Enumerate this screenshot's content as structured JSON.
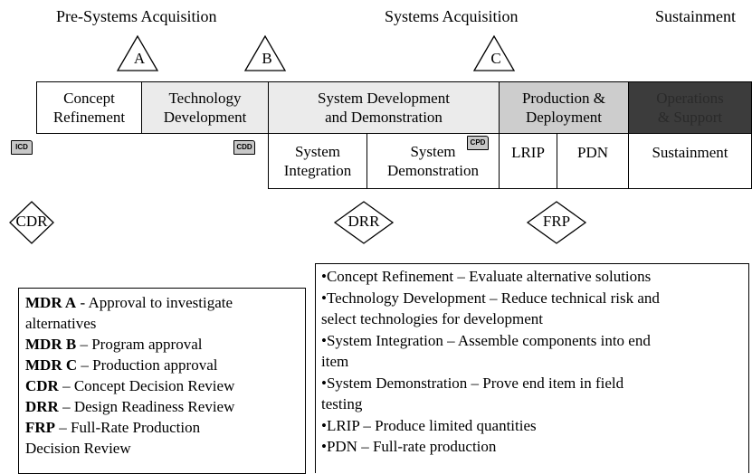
{
  "phases": {
    "pre_systems": "Pre-Systems Acquisition",
    "systems": "Systems Acquisition",
    "sustainment": "Sustainment"
  },
  "milestones": [
    "A",
    "B",
    "C"
  ],
  "top_row": {
    "concept": [
      "Concept",
      "Refinement"
    ],
    "technology": [
      "Technology",
      "Development"
    ],
    "sdd": [
      "System Development",
      "and Demonstration"
    ],
    "production": [
      "Production &",
      "Deployment"
    ],
    "operations": [
      "Operations",
      "& Support"
    ]
  },
  "sub_row": {
    "integration": [
      "System",
      "Integration"
    ],
    "demonstration": [
      "System",
      "Demonstration"
    ],
    "lrip": "LRIP",
    "pdn": "PDN",
    "sustainment": "Sustainment"
  },
  "documents": {
    "icd": "ICD",
    "cdd": "CDD",
    "cpd": "CPD"
  },
  "reviews": {
    "cdr": "CDR",
    "drr": "DRR",
    "frp": "FRP"
  },
  "legend": [
    {
      "term": "MDR A",
      "sep": " - ",
      "text": "Approval to investigate",
      "cont": "alternatives"
    },
    {
      "term": "MDR B",
      "sep": " – ",
      "text": "Program approval"
    },
    {
      "term": "MDR C",
      "sep": " – ",
      "text": "Production approval"
    },
    {
      "term": "CDR",
      "sep": " – ",
      "text": "Concept Decision Review"
    },
    {
      "term": "DRR",
      "sep": " – ",
      "text": "Design Readiness Review"
    },
    {
      "term": "FRP",
      "sep": " – ",
      "text": "Full-Rate Production",
      "cont": "Decision Review"
    }
  ],
  "descriptions": [
    "•Concept Refinement – Evaluate alternative solutions",
    "•Technology Development – Reduce technical risk and",
    "select technologies for development",
    "•System Integration – Assemble components into end",
    "item",
    "•System Demonstration – Prove end item in field",
    "testing",
    "•LRIP – Produce limited quantities",
    "•PDN – Full-rate production"
  ]
}
